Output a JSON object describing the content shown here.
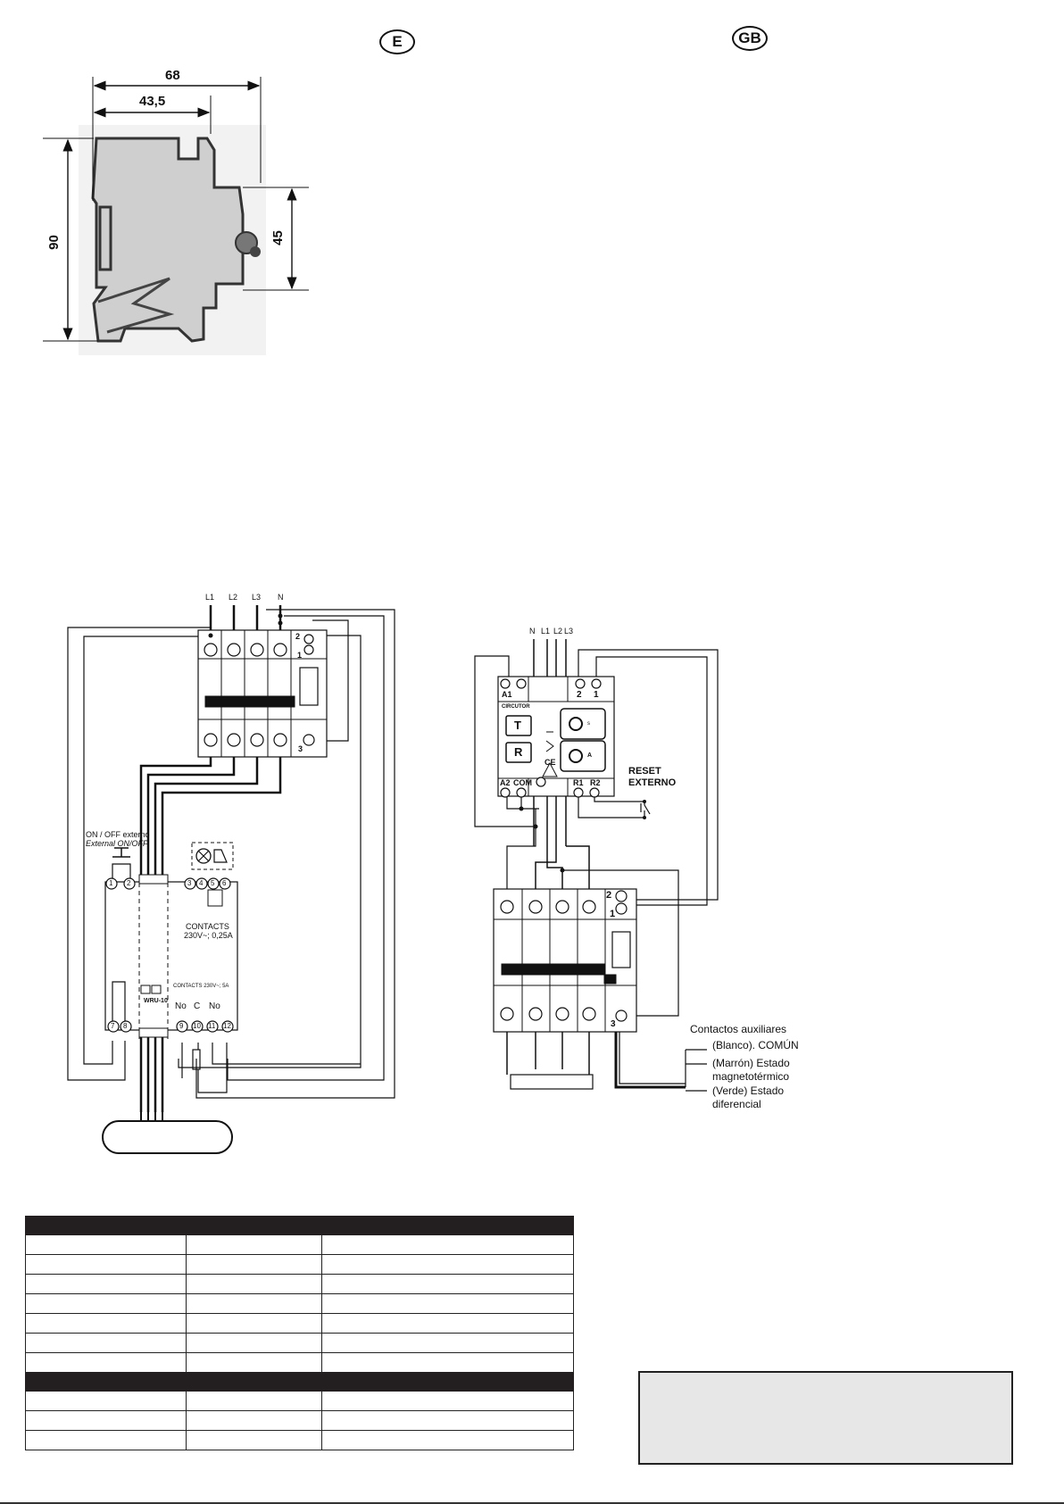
{
  "header": {
    "lang_left": "E",
    "lang_right": "GB"
  },
  "dimensions": {
    "width_total": "68",
    "width_partial": "43,5",
    "height_total": "90",
    "height_front": "45"
  },
  "left_diagram": {
    "phases": [
      "L1",
      "L2",
      "L3",
      "N"
    ],
    "breaker_terminals_top": [
      "2",
      "1"
    ],
    "breaker_terminal_bottom": "3",
    "on_off_label": "ON / OFF externo",
    "on_off_label_en": "External ON/OFF",
    "wru_terminals_top": [
      "1",
      "2",
      "3",
      "4",
      "5",
      "6"
    ],
    "wru_terminals_bottom": [
      "7",
      "8",
      "9",
      "10",
      "11",
      "12"
    ],
    "contacts_label": "CONTACTS",
    "contacts_rating": "230V~; 0,25A",
    "contacts_rating_2": "CONTACTS 230V~; 5A",
    "relay_labels": [
      "No",
      "C",
      "No"
    ],
    "model": "WRU-10"
  },
  "right_diagram": {
    "phases": [
      "N",
      "L1",
      "L2",
      "L3"
    ],
    "top_terminals": [
      "A1",
      "2",
      "1"
    ],
    "bottom_terminals": [
      "A2",
      "COM",
      "R1",
      "R2"
    ],
    "brand": "CIRCUTOR",
    "button_t": "T",
    "button_r": "R",
    "knob_units": [
      "s",
      "A"
    ],
    "ce_mark": "CE",
    "reset_label": [
      "RESET",
      "EXTERNO"
    ],
    "breaker_terminals": [
      "2",
      "1",
      "3"
    ],
    "aux_title": "Contactos auxiliares",
    "aux_items": [
      "(Blanco). COMÚN",
      "(Marrón) Estado",
      "magnetotérmico",
      "(Verde) Estado",
      "diferencial"
    ]
  },
  "table": {
    "rows_group1": 7,
    "rows_group2": 3
  },
  "colors": {
    "ink": "#111111",
    "table_header": "#231f20",
    "note_box": "#e7e7e7",
    "device_fill": "#cfcfcf"
  }
}
